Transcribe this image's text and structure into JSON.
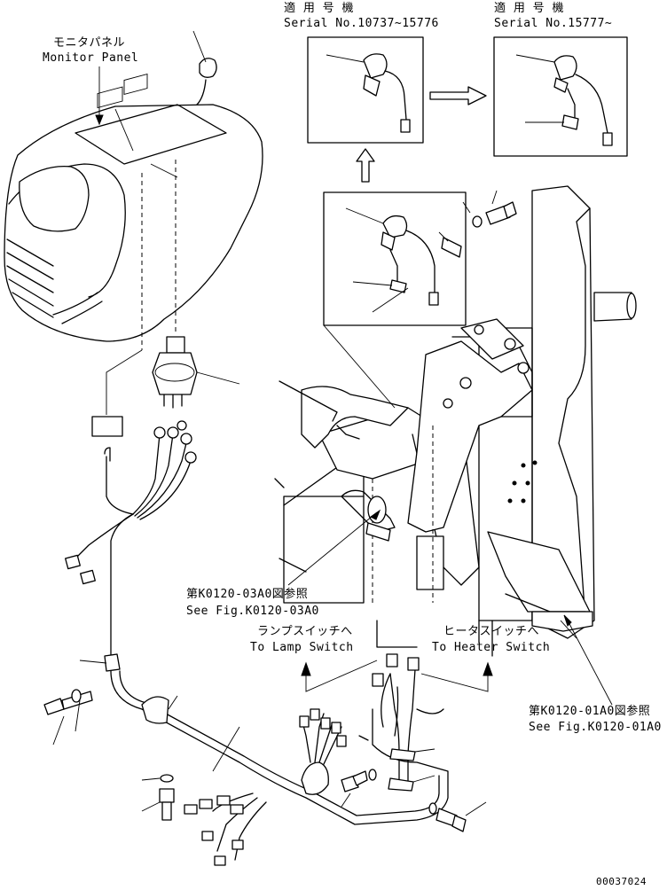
{
  "labels": {
    "monitor_panel_jp": "モニタパネル",
    "monitor_panel_en": "Monitor Panel",
    "serial_early_jp": "適 用 号 機",
    "serial_early_en": "Serial No.10737~15776",
    "serial_late_jp": "適 用 号 機",
    "serial_late_en": "Serial No.15777~",
    "see_fig_03_jp": "第K0120-03A0図参照",
    "see_fig_03_en": "See Fig.K0120-03A0",
    "lamp_switch_jp": "ランプスイッチへ",
    "lamp_switch_en": "To Lamp Switch",
    "heater_switch_jp": "ヒータスイッチへ",
    "heater_switch_en": "To Heater Switch",
    "see_fig_01_jp": "第K0120-01A0図参照",
    "see_fig_01_en": "See Fig.K0120-01A0",
    "drawing_number": "00037024"
  }
}
